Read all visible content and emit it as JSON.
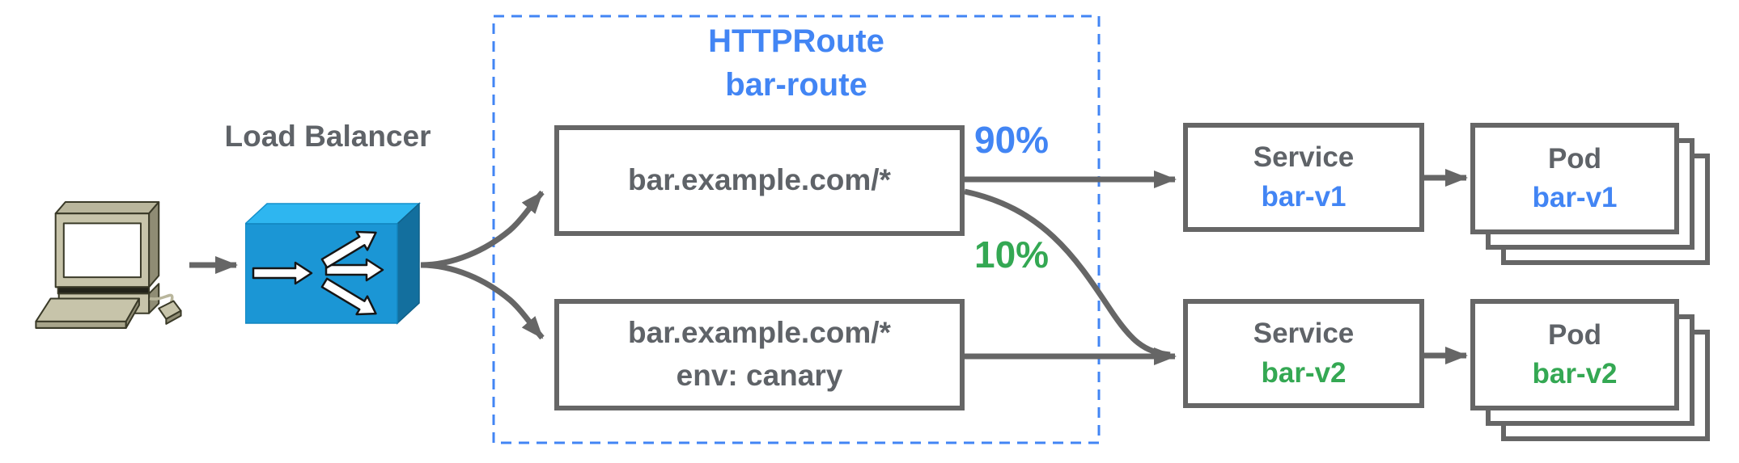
{
  "colors": {
    "blue": "#4285F4",
    "green": "#34A853",
    "gray": "#5f6368",
    "line_gray": "#666666",
    "lb_blue": "#1b96d5"
  },
  "client": {
    "icon": "desktop-computer-icon"
  },
  "load_balancer": {
    "label": "Load Balancer",
    "icon": "load-balancer-switch-icon"
  },
  "httproute_group": {
    "kind_label": "HTTPRoute",
    "name_label": "bar-route"
  },
  "routes": {
    "primary": {
      "match": "bar.example.com/*",
      "weight": "90%"
    },
    "canary": {
      "match": "bar.example.com/*",
      "selector": "env: canary",
      "weight": "10%"
    }
  },
  "services": {
    "v1": {
      "kind_label": "Service",
      "name_label": "bar-v1"
    },
    "v2": {
      "kind_label": "Service",
      "name_label": "bar-v2"
    }
  },
  "pods": {
    "v1": {
      "kind_label": "Pod",
      "name_label": "bar-v1"
    },
    "v2": {
      "kind_label": "Pod",
      "name_label": "bar-v2"
    }
  }
}
